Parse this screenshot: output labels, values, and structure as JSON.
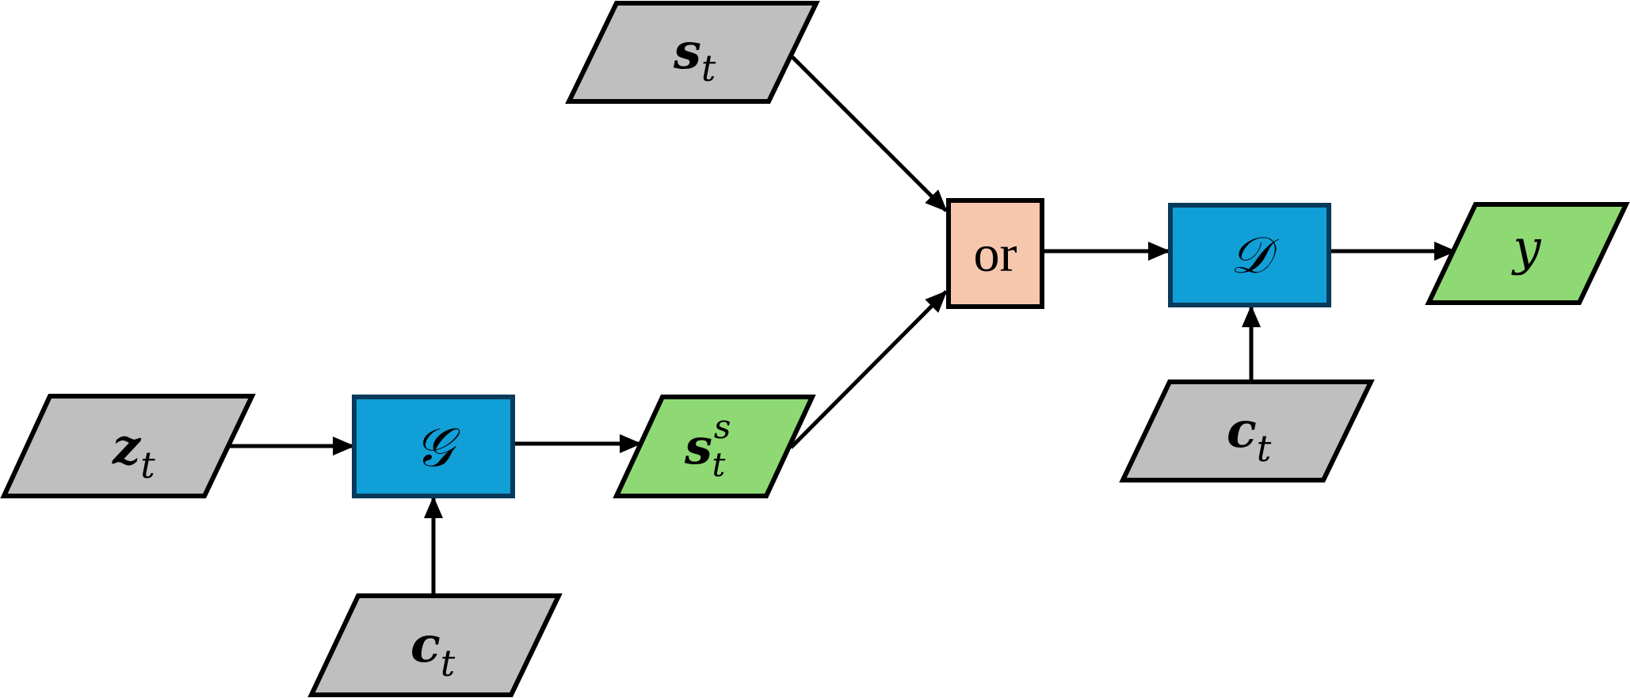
{
  "diagram": {
    "title": "",
    "colors": {
      "input": "#bfbfbf",
      "output": "#8fd974",
      "module": "#119fd8",
      "module_border": "#063a5a",
      "selector": "#f7c7ad",
      "stroke": "#000000"
    },
    "nodes": {
      "z_t": {
        "base": "z",
        "sub": "t",
        "sup": "",
        "kind": "input"
      },
      "G": {
        "label": "𝒢",
        "kind": "module"
      },
      "c_t_gen": {
        "base": "c",
        "sub": "t",
        "sup": "",
        "kind": "input"
      },
      "s_t_s": {
        "base": "s",
        "sub": "t",
        "sup": "s",
        "kind": "output"
      },
      "s_t": {
        "base": "s",
        "sub": "t",
        "sup": "",
        "kind": "input"
      },
      "or": {
        "label": "or",
        "kind": "selector"
      },
      "D": {
        "label": "𝒟",
        "kind": "module"
      },
      "c_t_disc": {
        "base": "c",
        "sub": "t",
        "sup": "",
        "kind": "input"
      },
      "y": {
        "label": "y",
        "kind": "output"
      }
    },
    "edges": [
      {
        "from": "z_t",
        "to": "G"
      },
      {
        "from": "c_t_gen",
        "to": "G"
      },
      {
        "from": "G",
        "to": "s_t_s"
      },
      {
        "from": "s_t_s",
        "to": "or"
      },
      {
        "from": "s_t",
        "to": "or"
      },
      {
        "from": "or",
        "to": "D"
      },
      {
        "from": "c_t_disc",
        "to": "D"
      },
      {
        "from": "D",
        "to": "y"
      }
    ]
  }
}
